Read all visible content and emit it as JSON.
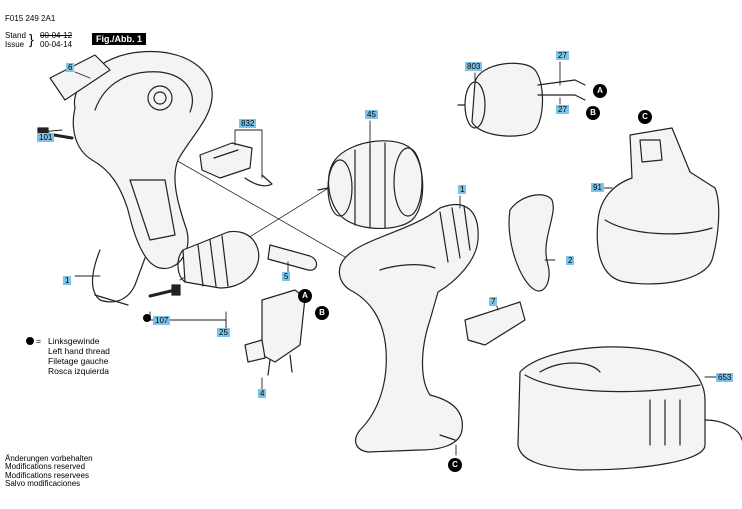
{
  "header": {
    "doc_number": "F015 249 2A1",
    "stand_label": "Stand",
    "issue_label": "Issue",
    "old_date": "00-04-12",
    "new_date": "00-04-14",
    "figure_label": "Fig./Abb. 1"
  },
  "legend": {
    "symbol": "=",
    "lines": [
      "Linksgewinde",
      "Left hand thread",
      "Filetage gauche",
      "Rosca izquierda"
    ]
  },
  "footer": {
    "lines": [
      "Änderungen vorbehalten",
      "Modifications reserved",
      "Modifications reservees",
      "Salvo modificaciones"
    ]
  },
  "parts": {
    "p6": "6",
    "p101": "101",
    "p832": "832",
    "p45": "45",
    "p803": "803",
    "p27a": "27",
    "p27b": "27",
    "p91": "91",
    "p1a": "1",
    "p1b": "1",
    "p2": "2",
    "p5": "5",
    "p7": "7",
    "p107": "107",
    "p25": "25",
    "p4": "4",
    "p653": "653"
  },
  "markers": {
    "a1": "A",
    "b1": "B",
    "a2": "A",
    "b2": "B",
    "c1": "C",
    "c2": "C"
  }
}
